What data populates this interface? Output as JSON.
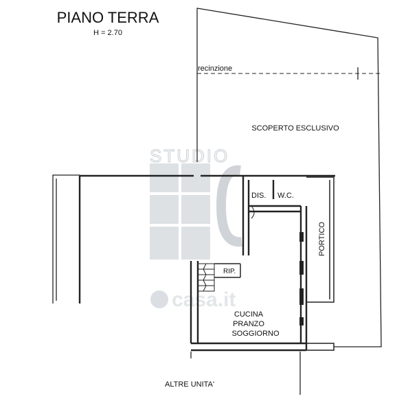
{
  "header": {
    "title": "PIANO TERRA",
    "height": "H = 2.70"
  },
  "labels": {
    "fence": "recinzione",
    "yard": "SCOPERTO ESCLUSIVO",
    "landing": "DIS.",
    "wc": "W.C.",
    "porch": "PORTICO",
    "storage": "RIP.",
    "living_1": "CUCINA",
    "living_2": "PRANZO",
    "living_3": "SOGGIORNO",
    "other_units": "ALTRE UNITA'"
  },
  "watermark": {
    "studio": "STUDIO",
    "casa": "casa.it",
    "color": "#b9c1c8"
  }
}
